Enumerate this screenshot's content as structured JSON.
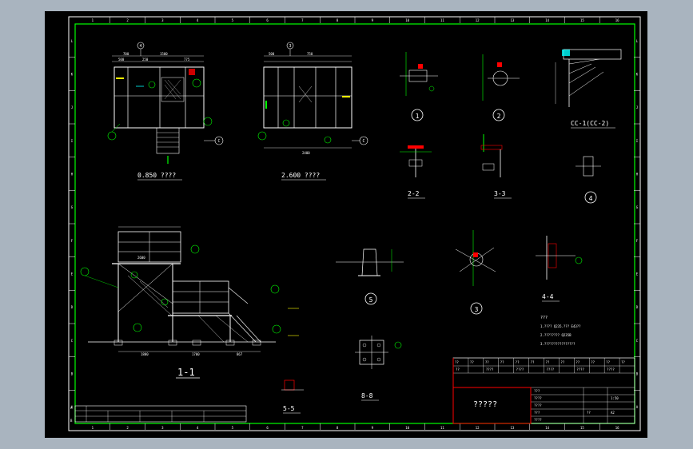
{
  "border_ticks": {
    "top": [
      "1",
      "2",
      "3",
      "4",
      "5",
      "6",
      "7",
      "8",
      "9",
      "10",
      "11",
      "12",
      "13",
      "14",
      "15",
      "16"
    ],
    "bottom": [
      "1",
      "2",
      "3",
      "4",
      "5",
      "6",
      "7",
      "8",
      "9",
      "10",
      "11",
      "12",
      "13",
      "14",
      "15",
      "16"
    ],
    "left": [
      "L",
      "K",
      "J",
      "I",
      "H",
      "G",
      "F",
      "E",
      "D",
      "C",
      "B",
      "A"
    ],
    "right": [
      "L",
      "K",
      "J",
      "I",
      "H",
      "G",
      "F",
      "E",
      "D",
      "C",
      "B",
      "A"
    ]
  },
  "views": {
    "plan_0850": {
      "label": "0.850 ????",
      "axis_top": "4",
      "axis_right": "C",
      "dims": [
        "700",
        "1500",
        "500",
        "250",
        "775"
      ]
    },
    "plan_2600": {
      "label": "2.600 ????",
      "axis_top": "3",
      "axis_right": "C",
      "dims": [
        "500",
        "750",
        "2400"
      ]
    },
    "section_1_1": {
      "label": "1-1",
      "dims": [
        "1800",
        "1700",
        "867",
        "2600"
      ]
    },
    "section_2_2": {
      "label": "2-2"
    },
    "section_3_3": {
      "label": "3-3"
    },
    "section_4_4": {
      "label": "4-4"
    },
    "section_5_5": {
      "label": "5-5"
    },
    "section_8_8": {
      "label": "8-8"
    },
    "detail_cc": {
      "label": "CC-1(CC-2)"
    }
  },
  "detail_markers": [
    "1",
    "2",
    "3",
    "4",
    "5"
  ],
  "notes": {
    "heading": "???",
    "lines": [
      "1.????  Q235.???  E43??",
      "2.????????  Q235B",
      "3.????????????????"
    ]
  },
  "title_block": {
    "drawing_title": "?????",
    "cells": [
      "??",
      "??",
      "??",
      "??",
      "??",
      "??",
      "??",
      "??",
      "??",
      "??",
      "??",
      "??"
    ],
    "row2": [
      "??",
      "????",
      "????",
      "????",
      "????",
      "????"
    ],
    "row3": [
      "???",
      "????",
      "????",
      "???",
      "????"
    ],
    "misc": [
      "1:50",
      "A2",
      "??"
    ]
  },
  "revision_table": {
    "label_a": "A",
    "label_b": "B"
  },
  "colors": {
    "background": "#000000",
    "frame": "#00ff00",
    "linework": "#ffffff",
    "accent_red": "#ff0000",
    "accent_cyan": "#00ffff",
    "accent_yellow": "#ffff00",
    "accent_green": "#00ff00",
    "accent_magenta": "#ff00ff"
  }
}
